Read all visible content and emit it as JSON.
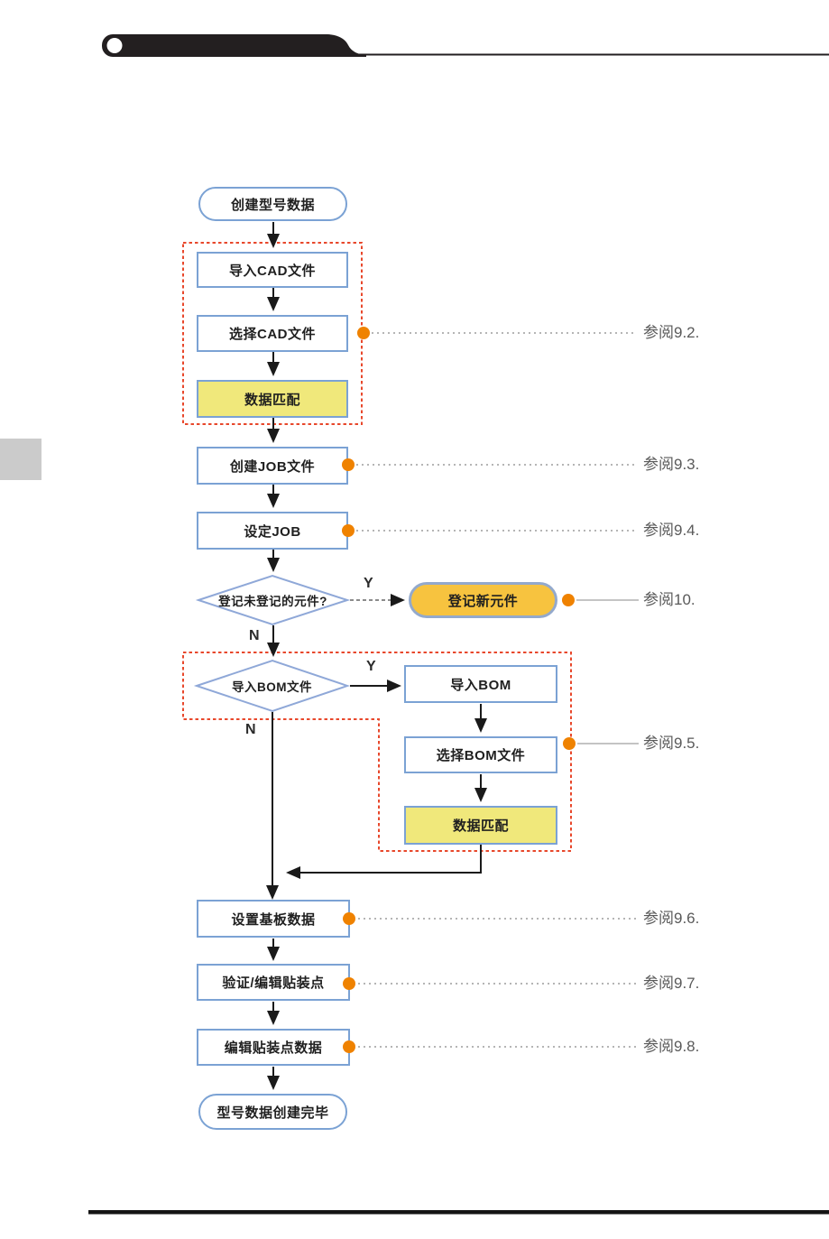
{
  "flow": {
    "nodes": {
      "start": "创建型号数据",
      "import_cad": "导入CAD文件",
      "select_cad": "选择CAD文件",
      "data_match_cad": "数据匹配",
      "create_job": "创建JOB文件",
      "set_job": "设定JOB",
      "decision_register": "登记未登记的元件?",
      "register_new": "登记新元件",
      "decision_bom": "导入BOM文件",
      "import_bom": "导入BOM",
      "select_bom": "选择BOM文件",
      "data_match_bom": "数据匹配",
      "set_board": "设置基板数据",
      "verify_edit": "验证/编辑贴装点",
      "edit_points": "编辑贴装点数据",
      "end": "型号数据创建完毕"
    },
    "branch_labels": {
      "yes1": "Y",
      "no1": "N",
      "yes2": "Y",
      "no2": "N"
    },
    "references": [
      {
        "text": "参阅9.2."
      },
      {
        "text": "参阅9.3."
      },
      {
        "text": "参阅9.4."
      },
      {
        "text": "参阅10."
      },
      {
        "text": "参阅9.5."
      },
      {
        "text": "参阅9.6."
      },
      {
        "text": "参阅9.7."
      },
      {
        "text": "参阅9.8."
      }
    ],
    "colors": {
      "box_border_blue": "#7ba2d4",
      "diamond_border_blue": "#8fa8d8",
      "highlight_yellow": "#f0e87b",
      "action_orange_fill": "#f7c33f",
      "marker_dot_orange": "#ef8200",
      "group_dashed_red": "#e8482c",
      "ref_line_gray": "#b5b5b5",
      "ref_text_gray": "#595959",
      "header_black": "#231f20"
    }
  }
}
